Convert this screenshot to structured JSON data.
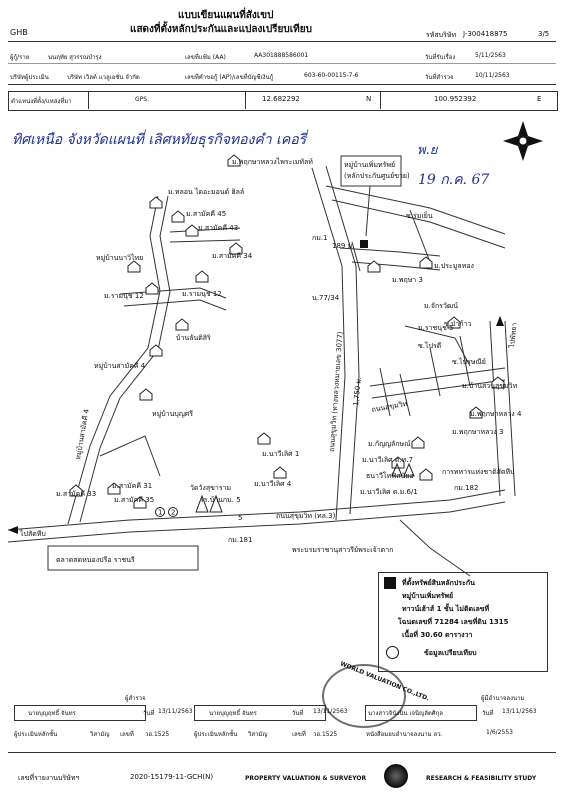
{
  "header": {
    "title_line1": "แบบเขียนแผนที่สังเขป",
    "title_line2": "แสดงที่ตั้งหลักประกันและแปลงเปรียบเทียบ",
    "bank": "GHB",
    "case_label": "รหัสบริษัท",
    "case_value": "J-300418875",
    "page": "3/5"
  },
  "info": {
    "owner_label": "ผู้กู้/ราย",
    "owner_value": "นนฤทัย สุวรรณบำรุง",
    "file_label": "เลขที่แฟ้ม (AA)",
    "file_value": "AA301888586001",
    "survey_date_label": "วันที่รับเรื่อง",
    "survey_date_value": "5/11/2563",
    "company_label": "บริษัทผู้ประเมิน",
    "company_value": "บริษัท เวิลด์ แวลูเอชั่น จำกัด",
    "appraisal_label": "เลขที่คำขอกู้ (AP)/เลขที่บัญชีเงินกู้",
    "appraisal_value": "603-60-00115-7-6",
    "inspect_date_label": "วันที่สำรวจ",
    "inspect_date_value": "10/11/2563"
  },
  "gps": {
    "location_label": "ตำแหน่งที่ตั้ง/แหล่งที่มา",
    "gps_label": "GPS.",
    "lat": "12.682292",
    "n": "N",
    "lon": "100.952392",
    "e": "E"
  },
  "handwriting": {
    "line": "ทิศเหนือ จังหวัดแผนที่ เลิศหทัยธุรกิจทองคำ เคอรี่",
    "initials": "พ.ย",
    "date": "19 ก.ค. 67"
  },
  "map": {
    "labels": {
      "poomlang": "ม.พฤกษาหลวงไพระเมทัลท์",
      "village_box1": "หมู่บ้านเพิ่มทรัพย์",
      "village_box2": "(หลักประกันศูนย์ขาย)",
      "hatsadee": "ม.หลอน ไดอะมอนด์ ฮิลล์",
      "samakee45": "ม.สามัคคี 45",
      "samakee43": "ม.สามัคคี 43",
      "samakee34": "ม.สามัคคี 34",
      "moobanwarawit": "หมู่บ้านนาวิไทย",
      "rungrueng12a": "ม.รามนุช 12",
      "rungrueng12b": "ม.รามนุช 12",
      "baanlanapat": "บ้านลันติสิริ",
      "moobansamakee4": "หมู่บ้านสามัคคี 4",
      "moobanbunnyasri": "หมู่บ้านบุญศรี",
      "kor1": "กม.1",
      "soi180": "189 ม.",
      "ngamkiri": "ซ.ร่มเย็น",
      "kamrao3": "ม.พฤษา 3",
      "prachaurong": "ม.ประมูลทอง",
      "chakrawan": "ม.จักรวัฒน์",
      "nakhonkaew": "ซ.ป่าก้าว",
      "ranuch5": "ม.ราชนุช 5",
      "soi_bo": "ซ.ไปรดี",
      "soi_k": "ซ.ไปรษณีย์",
      "n7734": "น.77/34",
      "road_vertical": "ถนนสุขุมวิท (ทางหลวงหมายเลข 3077)",
      "dist_1750": "1,750 ม.",
      "sukhumvit_side": "ถนนสุขุมวิท",
      "baan_jomsuk": "ม.บ้านสวนสุขุมวิท",
      "pruksa4": "ม.พฤกษาหลวง 4",
      "pruksa3": "ม.พฤกษาหลวง 3",
      "kanyalak": "ม.กัญญลักษณ์",
      "nawawisai1": "ม.นาวีเลิศ 1",
      "nawawisai7": "ม.นาวีเลิศ ต.ท.7",
      "nawawisai4": "ม.นาวีเลิศ 4",
      "sakdawat": "ธนาวีโทฟิสนัยอ",
      "nawawisai61": "ม.นาวีเลิศ ต.ม.6/1",
      "kanpipat": "การทหารแห่งชาติสัตหีบ",
      "kor182": "กม.182",
      "samakee31": "ม.สามัคคี 31",
      "samakee33": "ม.สามัคคี 33",
      "samakee35": "ม.สามัคคี 35",
      "watpa": "วัดวังสุขาราม",
      "school5": "รร.บ้านกม. 5",
      "road_bottom": "ถนนสุขุมวิท (ทล.3)",
      "kor181": "กม.181",
      "to_sattahip": "ไปสัตหีบ",
      "to_pattaya": "ไปพัทยา",
      "bottom_hospital": "พระบรมราชานุสาวรีย์พระเจ้าตาก",
      "market_box": "ตลาดสดหนองปรือ ราชนรี",
      "circle1": "1",
      "circle2": "2",
      "number5": "5"
    }
  },
  "legend": {
    "line1": "ที่ตั้งทรัพย์สินหลักประกัน",
    "line2": "หมู่บ้านเพิ่มทรัพย์",
    "line3": "ทาวน์เฮ้าส์ 1 ชั้น ไม่ติดเลขที่",
    "line4": "โฉนดเลขที่ 71284 เลขที่ดิน 1315",
    "line5": "เนื้อที่ 30.60 ตารางวา",
    "compare": "ข้อมูลเปรียบเทียบ"
  },
  "signatures": {
    "surveyor_label": "ผู้สำรวจ",
    "name1": "นายบุญฤทธิ์ จันทร",
    "date1_label": "วันที่",
    "date1": "13/11/2563",
    "role1": "ผู้ประเมินหลักชั้น",
    "level1": "วิสามัญ",
    "license1_label": "เลขที่",
    "license1": "วฮ.1525",
    "name2": "นายบุญฤทธิ์ จันทร",
    "date2_label": "วันที่",
    "date2": "13/11/2563",
    "role2": "ผู้ประเมินหลักชั้น",
    "level2": "วิสามัญ",
    "license2_label": "เลขที่",
    "license2": "วฮ.1525",
    "manager_label": "ผู้มีอำนาจลงนาม",
    "name3": "นางสาวจินังนิน เจนิญลัตศิกุล",
    "date3_label": "วันที่",
    "date3": "13/11/2563",
    "role3": "หนังสือมอบอำนาจลงนาม ลว.",
    "date3b": "1/6/2553",
    "stamp": "WORLD VALUATION CO.,LTD."
  },
  "footer": {
    "report_label": "เลขที่รายงานบริษัทฯ",
    "report_value": "2020-15179-11-GCH(N)",
    "left_tag": "PROPERTY VALUATION & SURVEYOR",
    "right_tag": "RESEARCH & FEASIBILITY STUDY"
  }
}
